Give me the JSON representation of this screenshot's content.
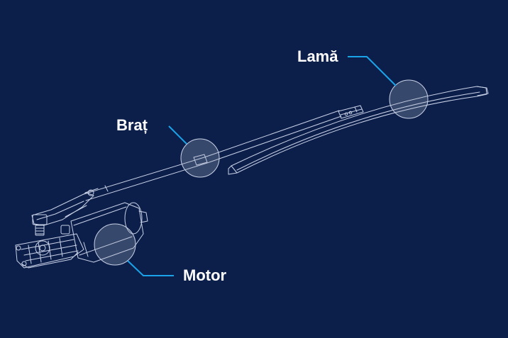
{
  "labels": {
    "blade": "Lamă",
    "arm": "Braț",
    "motor": "Motor"
  },
  "colors": {
    "background": "#0c1f4b",
    "outline": "#c9d1e6",
    "callout_line": "#1aa3e8",
    "highlight_circle": "#a9b3c7",
    "label_text": "#ffffff"
  }
}
